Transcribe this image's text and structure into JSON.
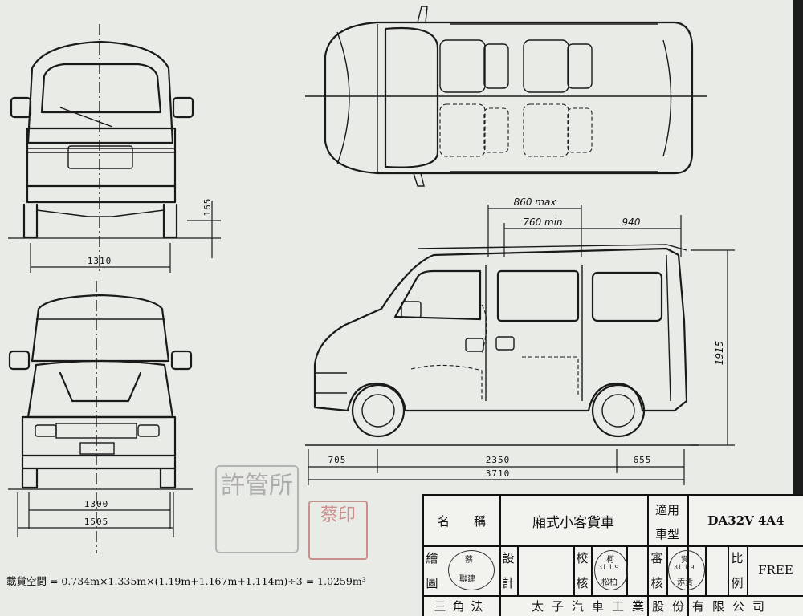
{
  "colors": {
    "paper": "#e9ebe7",
    "ink": "#1a1a1a",
    "seal_red": "#b04646"
  },
  "seals": {
    "gray_seal_text": "許管所",
    "red_seal_text": "蔡印"
  },
  "dimensions": {
    "rear_ground_clearance": "165",
    "rear_track": "1310",
    "front_track": "1300",
    "overall_width": "1505",
    "cargo_length_max": "860 max",
    "cargo_length_min": "760 min",
    "rear_section": "940",
    "overall_height": "1915",
    "front_overhang": "705",
    "wheelbase": "2350",
    "rear_overhang": "655",
    "overall_length": "3710"
  },
  "cargo_formula": "載貨空間 = 0.734m×1.335m×(1.19m+1.167m+1.114m)÷3 = 1.0259m³",
  "title_block": {
    "name_label": "名　　稱",
    "name_value": "廂式小客貨車",
    "applicable_label_1": "適用",
    "applicable_label_2": "車型",
    "model_value": "DA32V 4A4",
    "drawn_label_1": "繪",
    "drawn_label_2": "圖",
    "design_label_1": "設",
    "design_label_2": "計",
    "check_label_1": "校",
    "check_label_2": "核",
    "review_label_1": "審",
    "review_label_2": "核",
    "scale_label_1": "比",
    "scale_label_2": "例",
    "scale_value": "FREE",
    "stamp_drawn_name": "蔡",
    "stamp_drawn_sub": "聯建",
    "stamp_check_name": "柯",
    "stamp_check_date": "31.1.9",
    "stamp_check_sub": "松柏",
    "stamp_review_name": "賀",
    "stamp_review_date": "31.1.9",
    "stamp_review_sub": "添貴",
    "projection_label": "三角法",
    "company": "太子汽車工業股份有限公司"
  }
}
